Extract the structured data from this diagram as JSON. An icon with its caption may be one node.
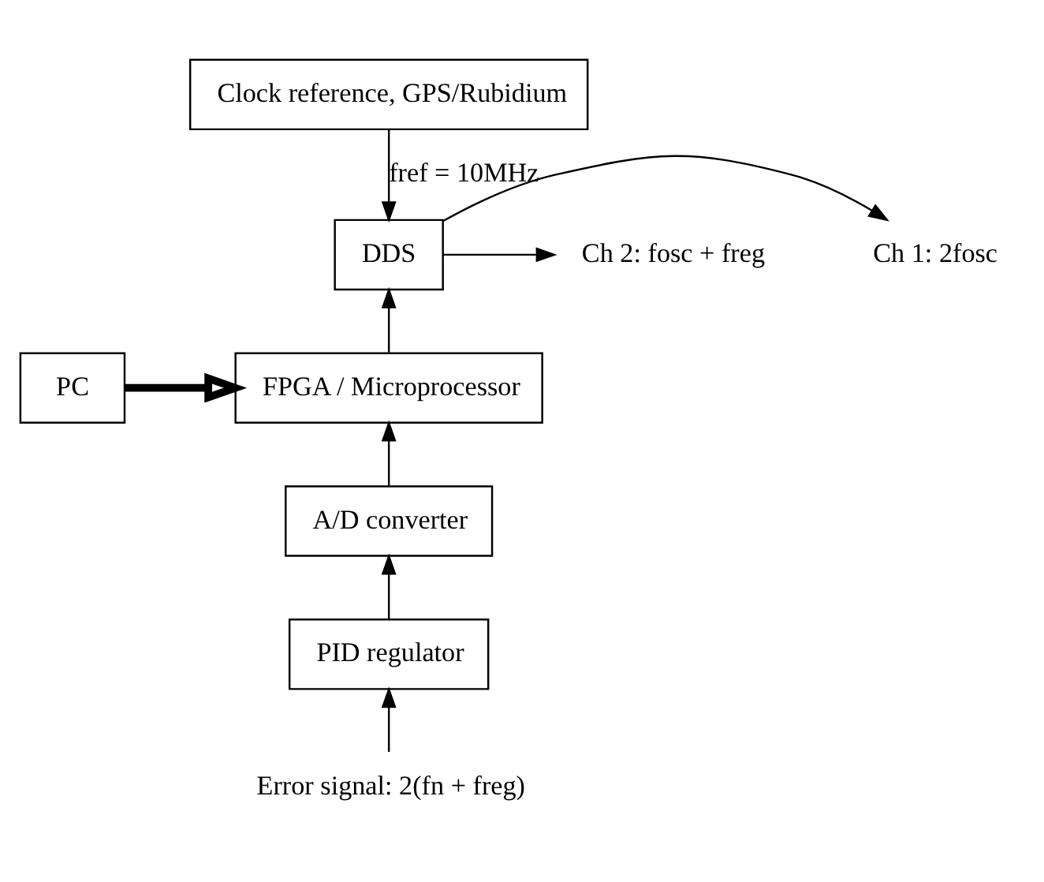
{
  "diagram": {
    "nodes": [
      {
        "text": [
          "Clock reference, GPS/Rubidium"
        ]
      },
      {
        "text": [
          "DDS"
        ]
      },
      {
        "text": [
          "PC"
        ]
      },
      {
        "text": [
          "FPGA / Microprocessor"
        ]
      },
      {
        "text": [
          "A/D converter"
        ]
      },
      {
        "text": [
          "PID regulator"
        ]
      },
      {
        "text": [
          "Ch 1: 2fosc"
        ]
      },
      {
        "text": [
          "Ch 2: fosc + freg"
        ]
      },
      {
        "text": [
          "Error signal: 2(fn + freg)"
        ]
      }
    ],
    "edges": [
      {
        "from": 0,
        "to": 1,
        "arrow": "to",
        "label": "fref = 10MHz"
      },
      {
        "from": 1,
        "to": 6,
        "arrow": "to"
      },
      {
        "from": 1,
        "to": 7,
        "arrow": "to"
      },
      {
        "from": 2,
        "to": 3,
        "arrow": "to",
        "style": "thick"
      },
      {
        "from": 3,
        "to": 1,
        "arrow": "to"
      },
      {
        "from": 4,
        "to": 3,
        "arrow": "to"
      },
      {
        "from": 5,
        "to": 4,
        "arrow": "to"
      },
      {
        "from": 8,
        "to": 5,
        "arrow": "to"
      }
    ]
  }
}
